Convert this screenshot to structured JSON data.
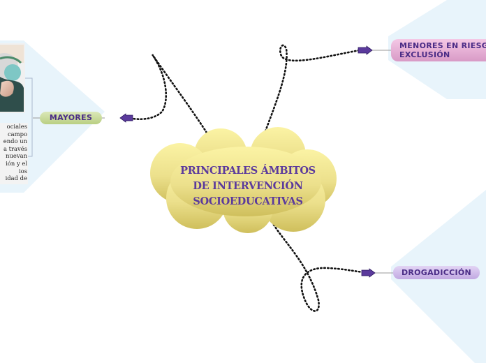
{
  "central_topic": {
    "lines": [
      "PRINCIPALES ÁMBITOS",
      "DE INTERVENCIÓN",
      "SOCIOEDUCATIVAS"
    ]
  },
  "branches": {
    "mayores": {
      "label": "MAYORES"
    },
    "menores": {
      "label_lines": [
        "MENORES EN RIESG",
        "EXCLUSIÓN"
      ]
    },
    "drogadiccion": {
      "label": "DROGADICCIÓN"
    }
  },
  "mayores_note": {
    "lines": [
      "ociales",
      "campo",
      "endo un",
      "a través",
      "nuevan",
      "ión y el",
      "ios",
      "idad de"
    ]
  },
  "colors": {
    "topic_text": "#5b3a9c",
    "cloud_fill": "#e8dc86",
    "arrow_fill": "#5b3a9c",
    "panel_bg": "#e8f4fb"
  }
}
